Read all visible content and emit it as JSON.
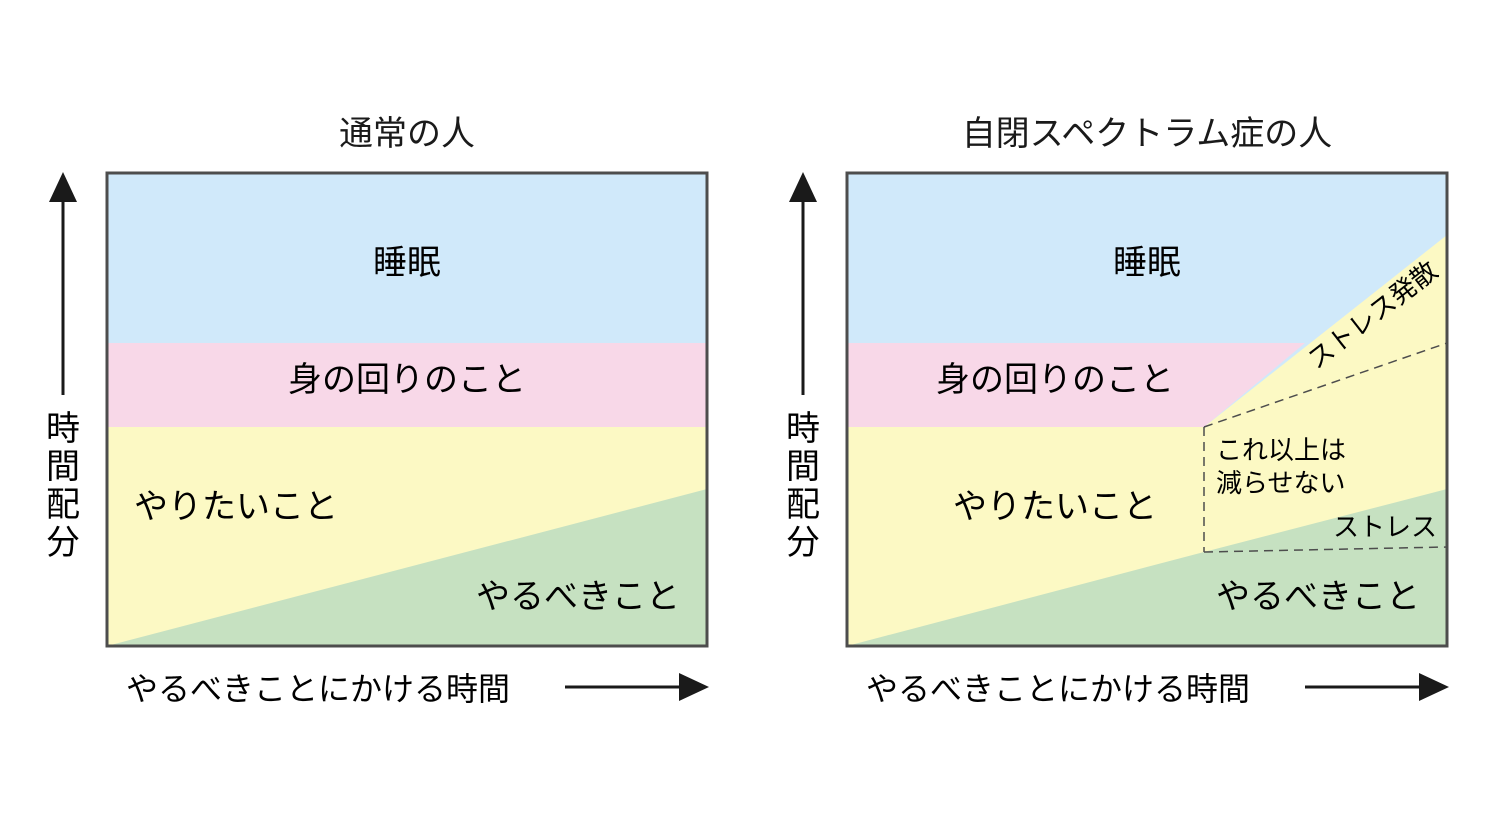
{
  "colors": {
    "sleep": "#d0e9fa",
    "self_care": "#f8d8e8",
    "want": "#fcf9c4",
    "must": "#c6e1c1",
    "border": "#4d4d4d",
    "text": "#1a1a1a"
  },
  "left": {
    "title": "通常の人",
    "sleep_label": "睡眠",
    "self_care_label": "身の回りのこと",
    "want_label": "やりたいこと",
    "must_label": "やるべきこと",
    "x_axis_label": "やるべきことにかける時間",
    "y_axis_label": [
      "時",
      "間",
      "配",
      "分"
    ]
  },
  "right": {
    "title": "自閉スペクトラム症の人",
    "sleep_label": "睡眠",
    "self_care_label": "身の回りのこと",
    "want_label": "やりたいこと",
    "must_label": "やるべきこと",
    "stress_release_label": "ストレス発散",
    "irreducible_label": [
      "これ以上は",
      "減らせない"
    ],
    "stress_label": "ストレス",
    "x_axis_label": "やるべきことにかける時間",
    "y_axis_label": [
      "時",
      "間",
      "配",
      "分"
    ]
  }
}
